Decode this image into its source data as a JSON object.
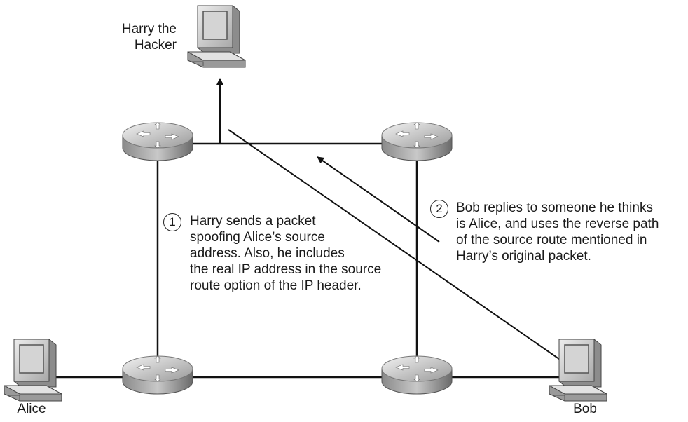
{
  "nodes": {
    "hacker": {
      "label_lines": [
        "Harry the",
        "Hacker"
      ]
    },
    "alice": {
      "label": "Alice"
    },
    "bob": {
      "label": "Bob"
    }
  },
  "steps": [
    {
      "number": "1",
      "lines": [
        "Harry sends a packet",
        "spoofing Alice’s source",
        "address. Also, he includes",
        "the real IP address in the source",
        "route option of the IP header."
      ]
    },
    {
      "number": "2",
      "lines": [
        "Bob replies to someone he thinks",
        "is Alice, and uses the reverse path",
        "of the source route mentioned in",
        "Harry’s original packet."
      ]
    }
  ],
  "icons": {
    "router": "router-icon",
    "computer": "computer-icon"
  },
  "colors": {
    "line": "#111111",
    "device_light": "#e6e6e6",
    "device_mid": "#b5b5b5",
    "device_dark": "#6f6f6f",
    "screen": "#cfcfcf"
  }
}
